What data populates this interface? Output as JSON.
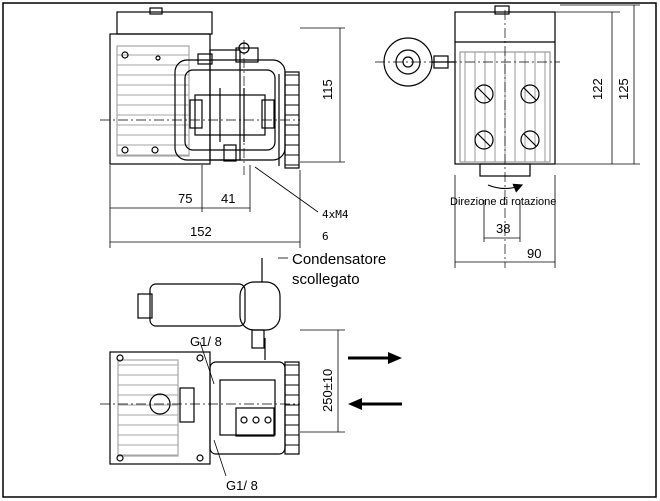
{
  "drawing": {
    "dimensions": {
      "width_75": "75",
      "width_41": "41",
      "width_152": "152",
      "height_115": "115",
      "height_122": "122",
      "height_125": "125",
      "width_38": "38",
      "width_90": "90",
      "cable_length": "250±10"
    },
    "labels": {
      "mount_holes_line1": "4xM4",
      "mount_holes_line2": "6",
      "rotation_direction": "Direzione di rotazione",
      "capacitor_line1": "Condensatore",
      "capacitor_line2": "scollegato",
      "port_top": "G1/ 8",
      "port_bottom": "G1/ 8"
    }
  }
}
